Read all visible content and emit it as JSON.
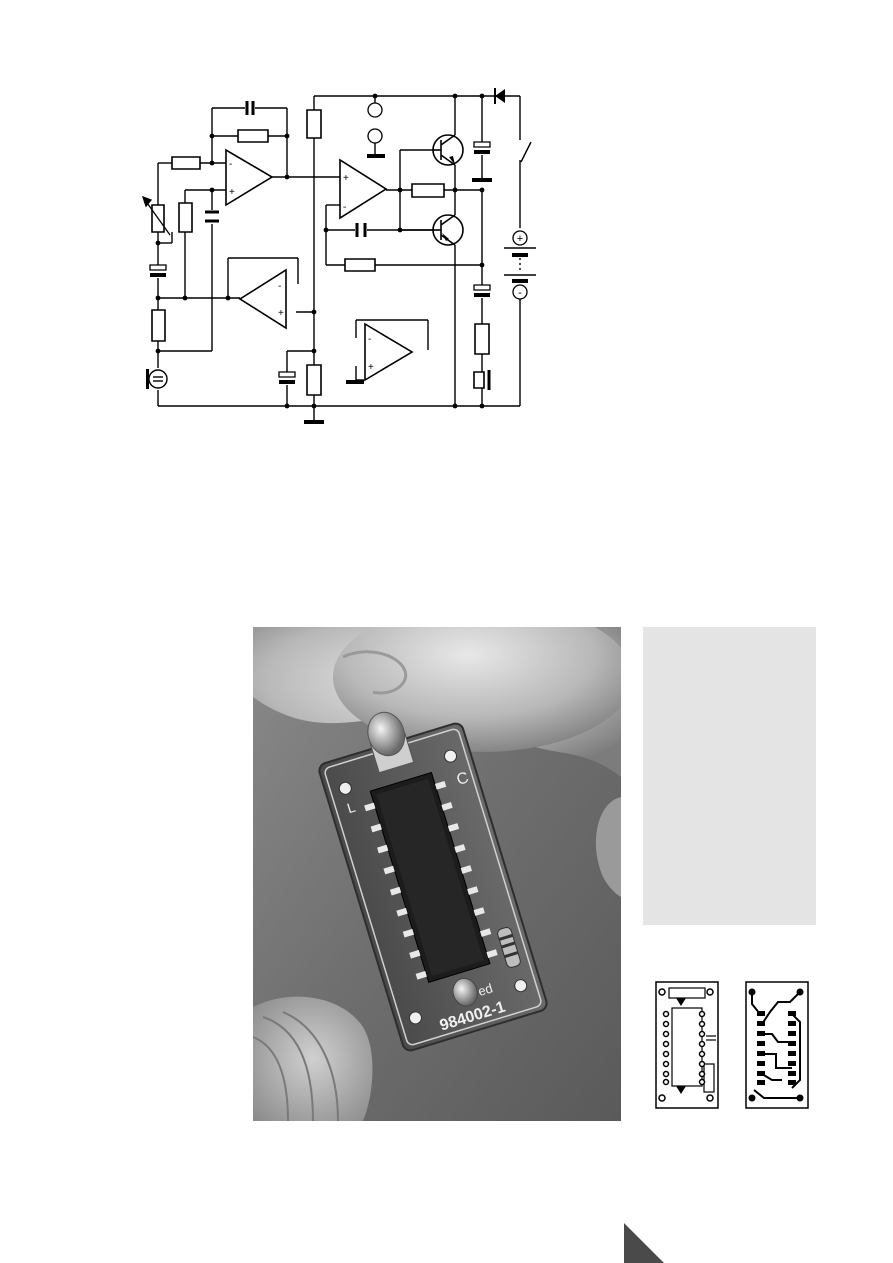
{
  "schematic": {
    "opamp_pin_labels": [
      "-",
      "+",
      "-",
      "+",
      "-",
      "+",
      "-",
      "+"
    ],
    "battery_terminals": [
      "+",
      "-"
    ]
  },
  "photo": {
    "board_label": "984002-1",
    "board_marks": [
      "C",
      "L",
      "ed"
    ]
  },
  "colors": {
    "sidebar_background": "#e4e4e4",
    "ink": "#000000"
  }
}
